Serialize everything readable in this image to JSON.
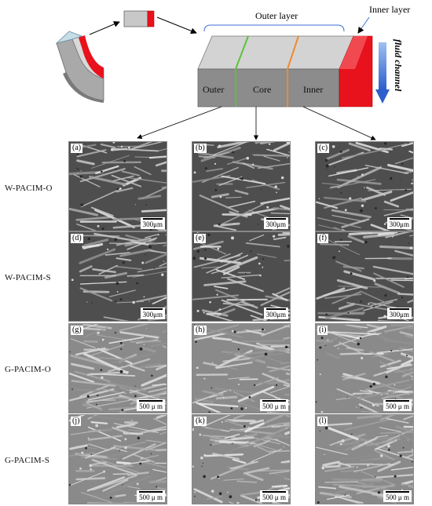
{
  "schematic": {
    "outer_layer_title": "Outer layer",
    "inner_layer_title": "Inner layer",
    "fluid_channel": "fluid channel",
    "sections": [
      "Outer",
      "Core",
      "Inner"
    ]
  },
  "colors": {
    "block_gray": "#bfbfbf",
    "block_dark": "#8a8a8a",
    "inner_red": "#e8121c",
    "green_line": "#5cc13a",
    "orange_line": "#f08a2c",
    "arrow_blue": "#3b6fd6"
  },
  "rows": [
    {
      "label": "W-PACIM-O",
      "panels": [
        {
          "label": "(a)",
          "scale": "300μm"
        },
        {
          "label": "(b)",
          "scale": "300μm"
        },
        {
          "label": "(c)",
          "scale": "300μm"
        }
      ]
    },
    {
      "label": "W-PACIM-S",
      "panels": [
        {
          "label": "(d)",
          "scale": "300μm"
        },
        {
          "label": "(e)",
          "scale": "300μm"
        },
        {
          "label": "(f)",
          "scale": "300μm"
        }
      ]
    },
    {
      "label": "G-PACIM-O",
      "panels": [
        {
          "label": "(g)",
          "scale": "500 μ m"
        },
        {
          "label": "(h)",
          "scale": "500 μ m"
        },
        {
          "label": "(i)",
          "scale": "500 μ m"
        }
      ]
    },
    {
      "label": "G-PACIM-S",
      "panels": [
        {
          "label": "(j)",
          "scale": "500 μ m"
        },
        {
          "label": "(k)",
          "scale": "500 μ m"
        },
        {
          "label": "(l)",
          "scale": "500 μ m"
        }
      ]
    }
  ]
}
